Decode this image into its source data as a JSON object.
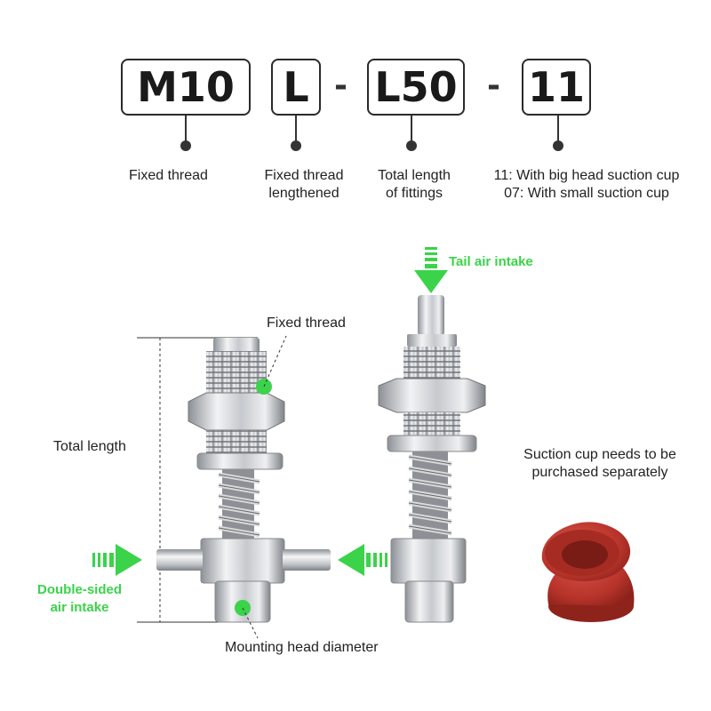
{
  "code": {
    "parts": [
      "M10",
      "L",
      "L50",
      "11"
    ],
    "separator": "-"
  },
  "code_labels": {
    "fixed_thread": "Fixed thread",
    "fixed_thread_lengthened_1": "Fixed thread",
    "fixed_thread_lengthened_2": "lengthened",
    "total_length_fittings_1": "Total length",
    "total_length_fittings_2": "of fittings",
    "cup_option_1": "11: With big head suction cup",
    "cup_option_2": "07: With small suction cup"
  },
  "callouts": {
    "fixed_thread": "Fixed thread",
    "total_length": "Total length",
    "tail_air_intake": "Tail air intake",
    "double_sided_1": "Double-sided",
    "double_sided_2": "air intake",
    "mounting_head": "Mounting head diameter",
    "suction_note_1": "Suction cup needs to be",
    "suction_note_2": "purchased separately"
  },
  "colors": {
    "accent_green": "#3bd34a",
    "suction_cup": "#b8342a",
    "metal": "#c9ccd0"
  }
}
